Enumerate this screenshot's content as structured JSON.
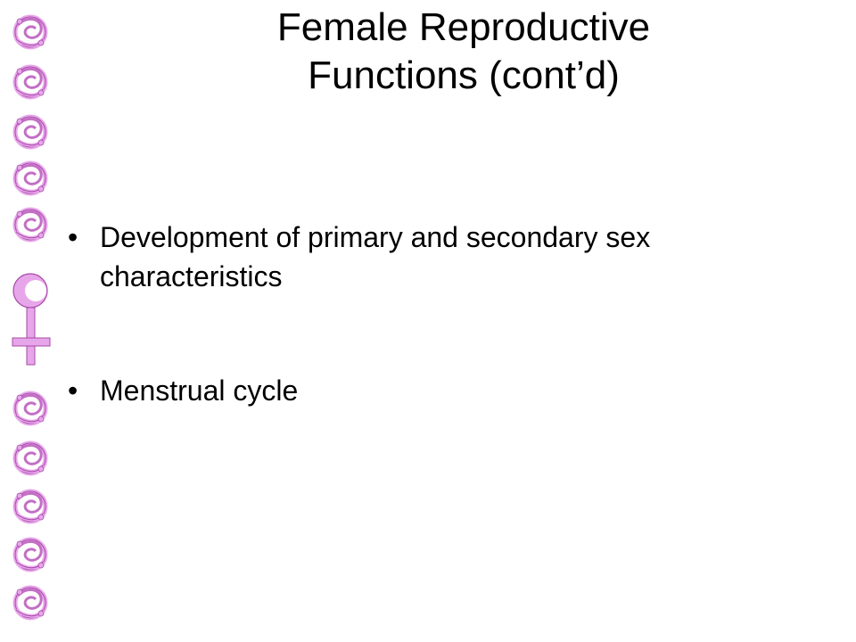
{
  "slide": {
    "title_lines": [
      "Female Reproductive",
      "Functions (cont’d)"
    ],
    "bullets": [
      "Development of primary and secondary sex characteristics",
      "Menstrual cycle"
    ]
  },
  "decoration": {
    "border_icon": "ornamental-letter-border-with-female-symbol",
    "female_symbol_icon": "female-symbol-icon",
    "accent_color": "#e8a6ea",
    "outline_color": "#a64aa8"
  }
}
